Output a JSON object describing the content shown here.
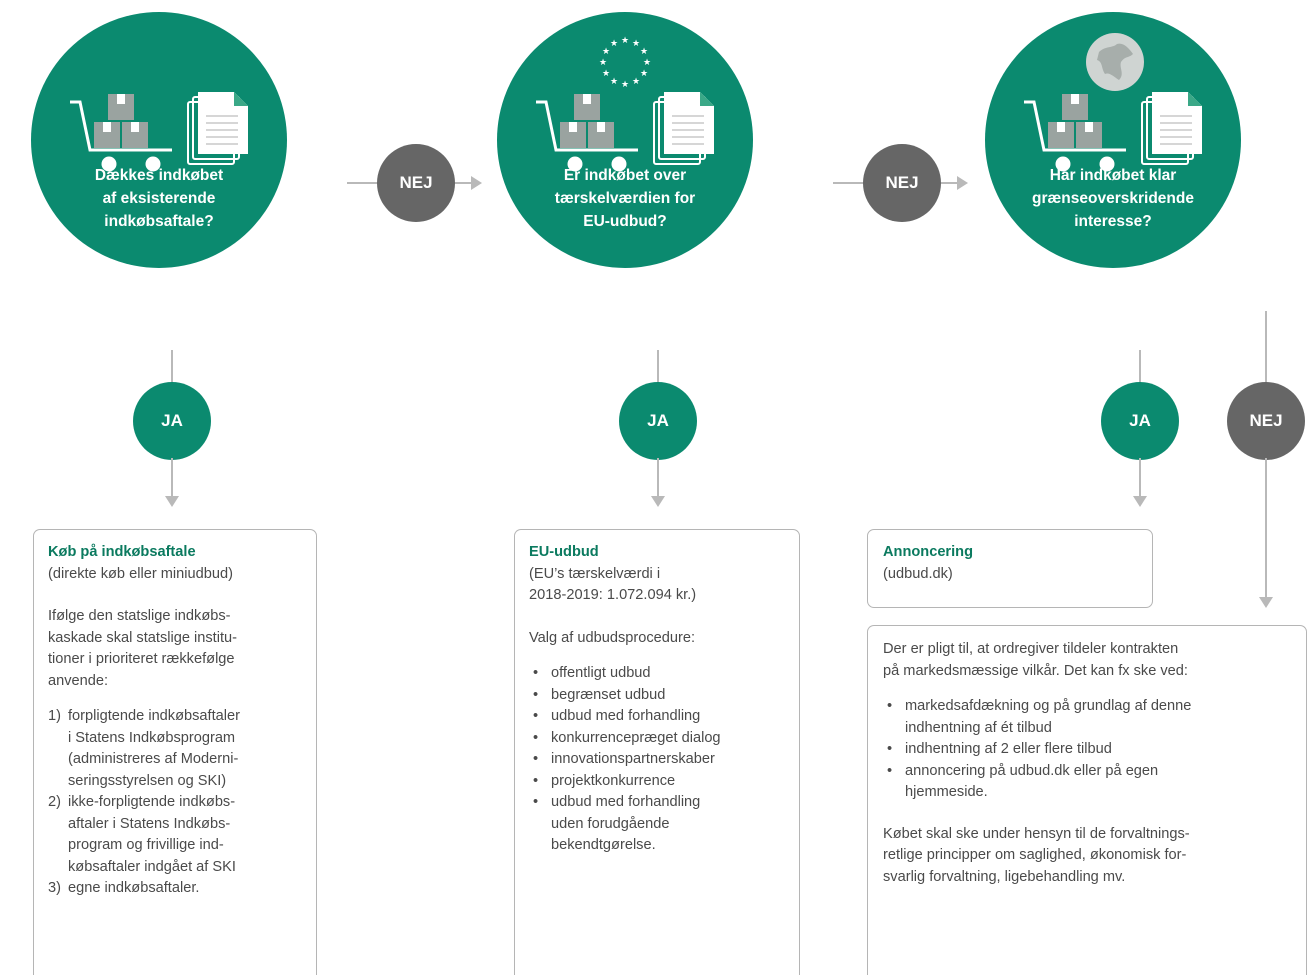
{
  "colors": {
    "green": "#0b8a6f",
    "title_green": "#0b7a5f",
    "gray_badge": "#666666",
    "connector": "#b9b9b9"
  },
  "icons": [
    "shopping-cart-icon",
    "boxes-icon",
    "document-icon",
    "eu-stars-icon",
    "globe-europe-icon"
  ],
  "steps": [
    {
      "question": "Dækkes indkøbet\naf eksisterende\nindkøbsaftale?"
    },
    {
      "question": "Er indkøbet over\ntærskelværdien for\nEU-udbud?"
    },
    {
      "question": "Har indkøbet klar\ngrænseoverskridende\ninteresse?"
    }
  ],
  "labels": {
    "yes": "JA",
    "no": "NEJ"
  },
  "box1": {
    "title": "Køb på indkøbsaftale",
    "subtitle": "(direkte køb eller miniudbud)",
    "intro": "Ifølge den statslige indkøbs-\nkaskade skal statslige institu-\ntioner i prioriteret rækkefølge\nanvende:",
    "items": [
      {
        "num": "1)",
        "text": "forpligtende indkøbsaftaler\ni Statens Indkøbsprogram\n(administreres af Moderni-\nseringsstyrelsen og SKI)"
      },
      {
        "num": "2)",
        "text": "ikke-forpligtende indkøbs-\naftaler i Statens Indkøbs-\nprogram og frivillige ind-\nkøbsaftaler indgået af SKI"
      },
      {
        "num": "3)",
        "text": "egne indkøbsaftaler."
      }
    ]
  },
  "box2": {
    "title": "EU-udbud",
    "subtitle": "(EU’s tærskelværdi i\n2018-2019: 1.072.094 kr.)",
    "intro": "Valg af udbudsprocedure:",
    "items": [
      "offentligt udbud",
      "begrænset udbud",
      "udbud med forhandling",
      "konkurrencepræget dialog",
      "innovationspartnerskaber",
      "projektkonkurrence",
      "udbud med forhandling\nuden forudgående\nbekendtgørelse."
    ]
  },
  "box3": {
    "title": "Annoncering",
    "subtitle": "(udbud.dk)"
  },
  "box4": {
    "intro": "Der er pligt til, at ordregiver tildeler kontrakten\npå markedsmæssige vilkår. Det kan fx ske ved:",
    "items": [
      "markedsafdækning og på grundlag af denne\nindhentning af ét tilbud",
      "indhentning af 2 eller flere tilbud",
      "annoncering på udbud.dk eller på egen\nhjemmeside."
    ],
    "outro": "Købet skal ske under hensyn til de forvaltnings-\nretlige principper om saglighed, økonomisk for-\nsvarlig forvaltning, ligebehandling mv."
  }
}
